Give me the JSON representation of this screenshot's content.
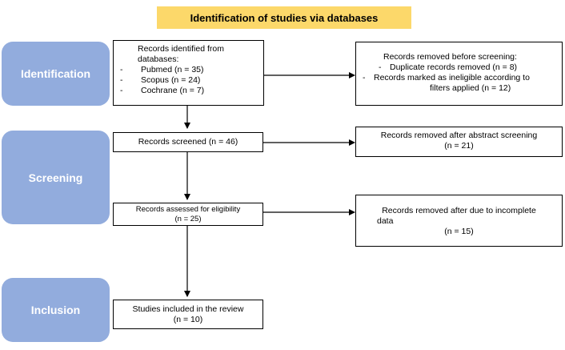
{
  "title": "Identification of studies via databases",
  "colors": {
    "title_bg": "#fcd86a",
    "phase_bg": "#92acdd",
    "phase_text": "#ffffff"
  },
  "phases": {
    "identification": "Identification",
    "screening": "Screening",
    "inclusion": "Inclusion"
  },
  "boxes": {
    "identified": {
      "line1": "Records identified from",
      "line2": "databases:",
      "items": [
        {
          "dash": "-",
          "text": "Pubmed (n = 35)"
        },
        {
          "dash": "-",
          "text": "Scopus (n = 24)"
        },
        {
          "dash": "-",
          "text": "Cochrane (n = 7)"
        }
      ]
    },
    "removed_before": {
      "line1": "Records removed before screening:",
      "items": [
        {
          "dash": "-",
          "text": "Duplicate records removed (n = 8)"
        },
        {
          "dash": "-",
          "text": "Records marked as ineligible according to"
        }
      ],
      "line_last": "filters applied (n = 12)"
    },
    "screened": {
      "text": "Records screened (n = 46)"
    },
    "removed_abstract": {
      "line1": "Records removed after abstract screening",
      "line2": "(n = 21)"
    },
    "assessed": {
      "line1": "Records assessed for eligibility",
      "line2": "(n = 25)"
    },
    "removed_incomplete": {
      "line1": "Records removed after due to incomplete",
      "line2": "data",
      "line3": "(n = 15)"
    },
    "included": {
      "line1": "Studies included in the review",
      "line2": "(n = 10)"
    }
  }
}
